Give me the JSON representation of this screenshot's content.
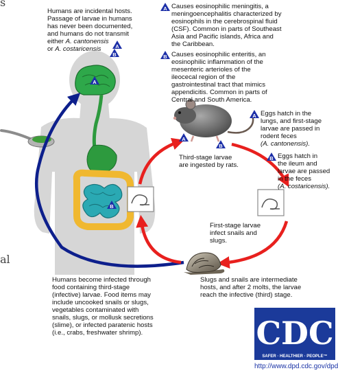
{
  "incidental_hosts": {
    "lines": [
      "Humans are incidental hosts.",
      "Passage of larvae in humans",
      "has never been documented,",
      "and humans do not transmit",
      "either",
      "A. cantonensis",
      "or",
      "A. costaricensis"
    ]
  },
  "note_a": {
    "badge": "A",
    "lines": [
      "Causes eosinophilic meningitis, a",
      "meningoencephalitis characterized by",
      "eosinophils in the cerebrospinal fluid",
      "(CSF).  Common in parts of Southeast",
      "Asia and Pacific islands, Africa and",
      "the Caribbean."
    ]
  },
  "note_b": {
    "badge": "B",
    "lines": [
      "Causes eosinophilic enteritis, an",
      "eosinophilic inflammation of the",
      "mesenteric arterioles of the",
      "ileocecal region of the",
      "gastrointestinal tract that mimics",
      "appendicitis.  Common in parts of",
      "Central and South America."
    ]
  },
  "eggs_a": {
    "badge": "A",
    "lines": [
      "Eggs hatch in the",
      "lungs, and first-stage",
      "larvae are passed in",
      "rodent feces",
      "(A. cantonensis)."
    ]
  },
  "eggs_b": {
    "badge": "B",
    "lines": [
      "Eggs hatch in",
      "the ileum and",
      "larvae are passed",
      "in the feces",
      "(A. costaricensis)."
    ]
  },
  "third_stage": {
    "lines": [
      "Third-stage larvae",
      "are ingested by rats."
    ]
  },
  "first_stage": {
    "lines": [
      "First-stage larvae",
      "infect snails and",
      "slugs."
    ]
  },
  "slugs": {
    "lines": [
      "Slugs and snails are intermediate",
      "hosts, and after 2 molts, the larvae",
      "reach the infective (third) stage."
    ]
  },
  "human_infection": {
    "lines": [
      "Humans become infected through",
      "food containing third-stage",
      "(infective) larvae.  Food items may",
      "include uncooked snails or slugs,",
      "vegetables contaminated with",
      "snails, slugs, or mollusk secretions",
      "(slime), or infected paratenic hosts",
      "(i.e., crabs, freshwater shrimp)."
    ]
  },
  "rat_badges": [
    "A",
    "B"
  ],
  "human_badges": [
    "A",
    "B"
  ],
  "logo": {
    "text": "CDC",
    "tagline": "SAFER · HEALTHIER · PEOPLE™",
    "url": "http://www.dpd.cdc.gov/dpdx"
  },
  "edge_fragments": {
    "top": "s",
    "left": "al"
  },
  "colors": {
    "cycle_arrow": "#e8201e",
    "human_arrow": "#0d1f8c",
    "badge": "#1c2fa8",
    "cdc_blue": "#1b3a9a",
    "brain": "#2ea84a",
    "gut_green": "#2d9a3e",
    "colon": "#f0b830",
    "small_intestine": "#2aa9b3"
  },
  "icons": [
    "triangle-badge-icon",
    "rat-icon",
    "snail-icon",
    "larva-icon",
    "human-silhouette-icon",
    "spoon-icon"
  ]
}
